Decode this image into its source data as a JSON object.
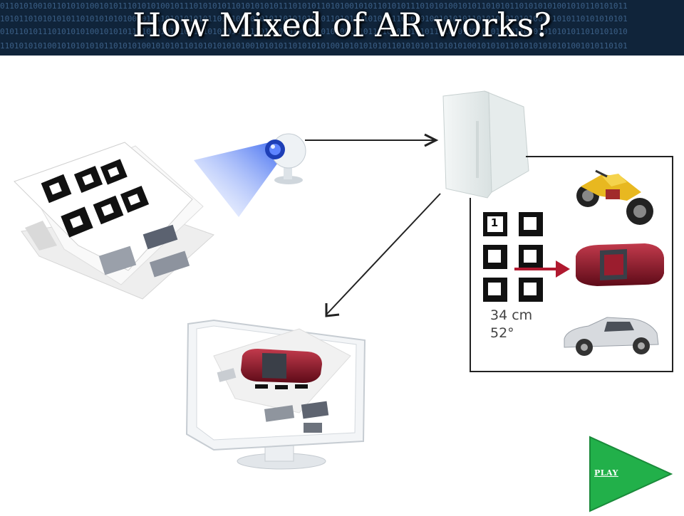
{
  "header": {
    "title": "How Mixed of AR works?",
    "binary_lines": [
      "0110101001011010101001010111010101001011101010101101010101011101010110101001010110101011101010100101011010101101010101001010110101011",
      "1010110101010101101010101010010101101010101011010100101010110101010101101010010101011010101001010101101010101010100101010110101010101",
      "0101101011101010101001010101101010101010010101010101011010101010101101010010101101010101010110101010010101010110101010101011010101010",
      "1101010101001010101010110101010010101011010101010101001010101101010101001010101010110101010110101010010101011010101010101001010110101"
    ]
  },
  "marker_readout": {
    "distance": "34 cm",
    "angle": "52°",
    "first_marker_number": "1"
  },
  "play_button": {
    "label": "PLAY"
  },
  "colors": {
    "header_bg": "#10243a",
    "play_green": "#22b04a",
    "car_red": "#8e1526",
    "camera_blue": "#3a67f0",
    "arrow_red": "#b0192f"
  }
}
